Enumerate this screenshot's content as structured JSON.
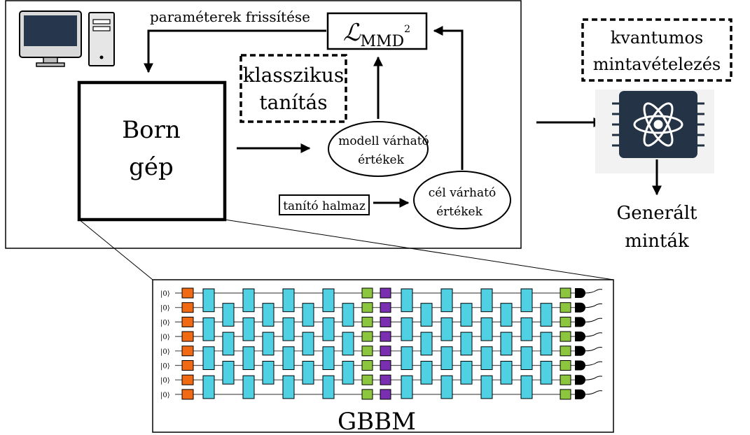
{
  "labels": {
    "update_params": "paraméterek frissítése",
    "loss_symbol": "ℒ",
    "loss_subscript": "MMD",
    "loss_power": "2",
    "classical_training_line1": "klasszikus",
    "classical_training_line2": "tanítás",
    "born_machine_line1": "Born",
    "born_machine_line2": "gép",
    "model_expectations_line1": "modell várható",
    "model_expectations_line2": "értékek",
    "target_expectations_line1": "cél várható",
    "target_expectations_line2": "értékek",
    "training_set": "tanító halmaz",
    "quantum_sampling_line1": "kvantumos",
    "quantum_sampling_line2": "mintavételezés",
    "generated_samples_line1": "Generált",
    "generated_samples_line2": "minták",
    "circuit_title": "GBBM",
    "ket_zero": "|0⟩"
  },
  "circuit": {
    "qubits": 8,
    "colors": {
      "init_gate": "#ef6a12",
      "two_qubit_gate": "#4fd1e3",
      "green_gate": "#8cc63f",
      "purple_gate": "#7a2fb0",
      "measurement": "#000000"
    }
  },
  "icons": [
    "computer-icon",
    "quantum-chip-icon"
  ]
}
